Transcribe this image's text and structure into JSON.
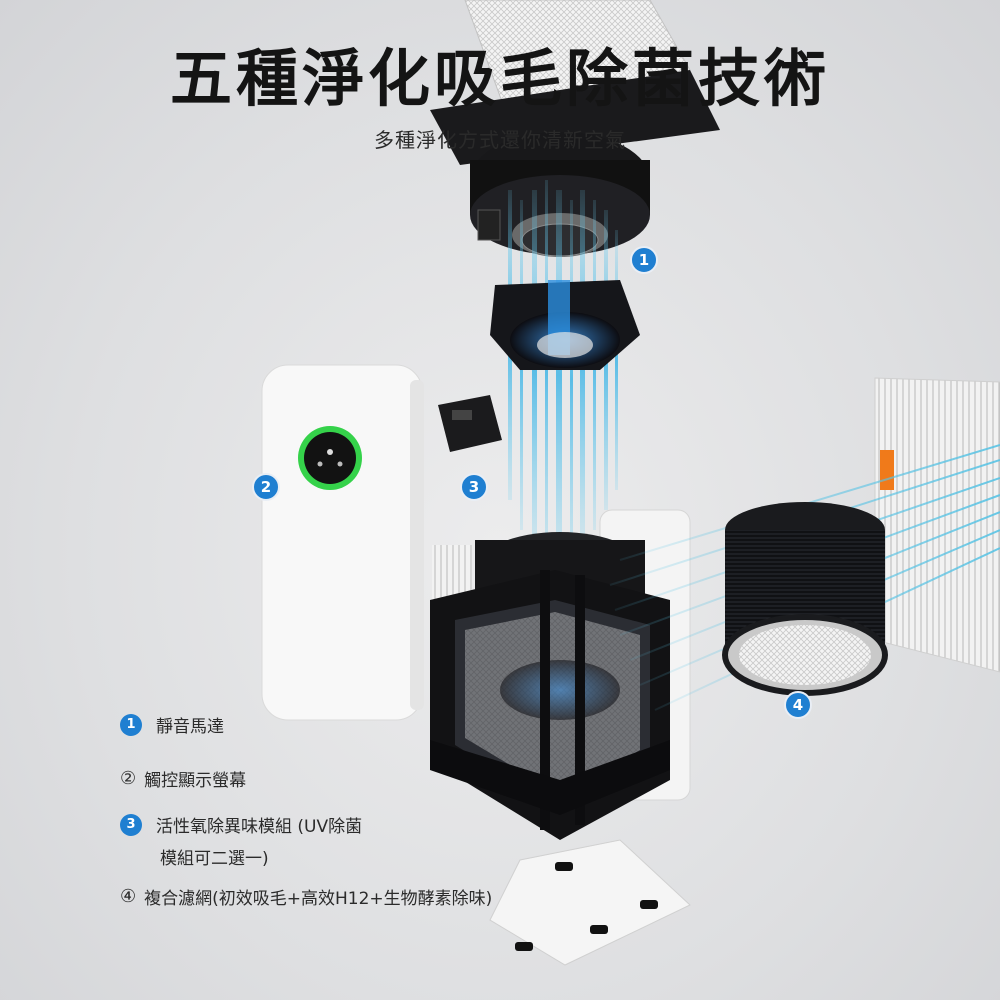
{
  "header": {
    "title": "五種淨化吸毛除菌技術",
    "subtitle": "多種淨化方式還你清新空氣"
  },
  "callouts": [
    {
      "id": "1",
      "label": "1"
    },
    {
      "id": "2",
      "label": "2"
    },
    {
      "id": "3",
      "label": "3"
    },
    {
      "id": "4",
      "label": "4"
    }
  ],
  "legend": {
    "items": [
      {
        "num": "1",
        "style": "solid",
        "text": "靜音馬達"
      },
      {
        "num": "②",
        "style": "outline",
        "text": "觸控顯示螢幕"
      },
      {
        "num": "3",
        "style": "solid",
        "text": "活性氧除異味模組 (UV除菌"
      },
      {
        "num": "",
        "style": "continuation",
        "text": "模組可二選一)"
      },
      {
        "num": "④",
        "style": "plain",
        "text": "複合濾網(初效吸毛+高效H12+生物酵素除味)"
      }
    ]
  },
  "colors": {
    "accent_blue": "#1f7fd1",
    "airflow_cyan": "#59c6e8",
    "display_ring_green": "#35d24a",
    "device_black": "#141414",
    "housing_white": "#f7f7f7"
  }
}
